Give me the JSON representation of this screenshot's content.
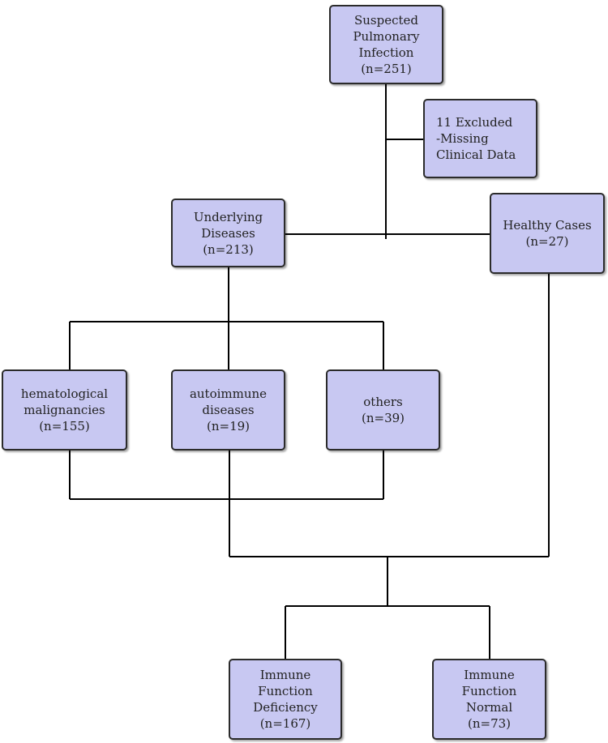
{
  "nodes": {
    "suspected": {
      "lines": [
        "Suspected",
        "Pulmonary",
        "Infection",
        "(n=251)"
      ]
    },
    "excluded": {
      "lines": [
        "11 Excluded",
        "-Missing",
        "Clinical Data"
      ]
    },
    "underlying": {
      "lines": [
        "Underlying",
        "Diseases",
        "(n=213)"
      ]
    },
    "healthy": {
      "lines": [
        "Healthy Cases",
        "(n=27)"
      ]
    },
    "hematological": {
      "lines": [
        "hematological",
        "malignancies",
        "(n=155)"
      ]
    },
    "autoimmune": {
      "lines": [
        "autoimmune",
        "diseases",
        "(n=19)"
      ]
    },
    "others": {
      "lines": [
        "others",
        "(n=39)"
      ]
    },
    "deficiency": {
      "lines": [
        "Immune",
        "Function",
        "Deficiency",
        "(n=167)"
      ]
    },
    "normal": {
      "lines": [
        "Immune",
        "Function",
        "Normal",
        "(n=73)"
      ]
    }
  }
}
